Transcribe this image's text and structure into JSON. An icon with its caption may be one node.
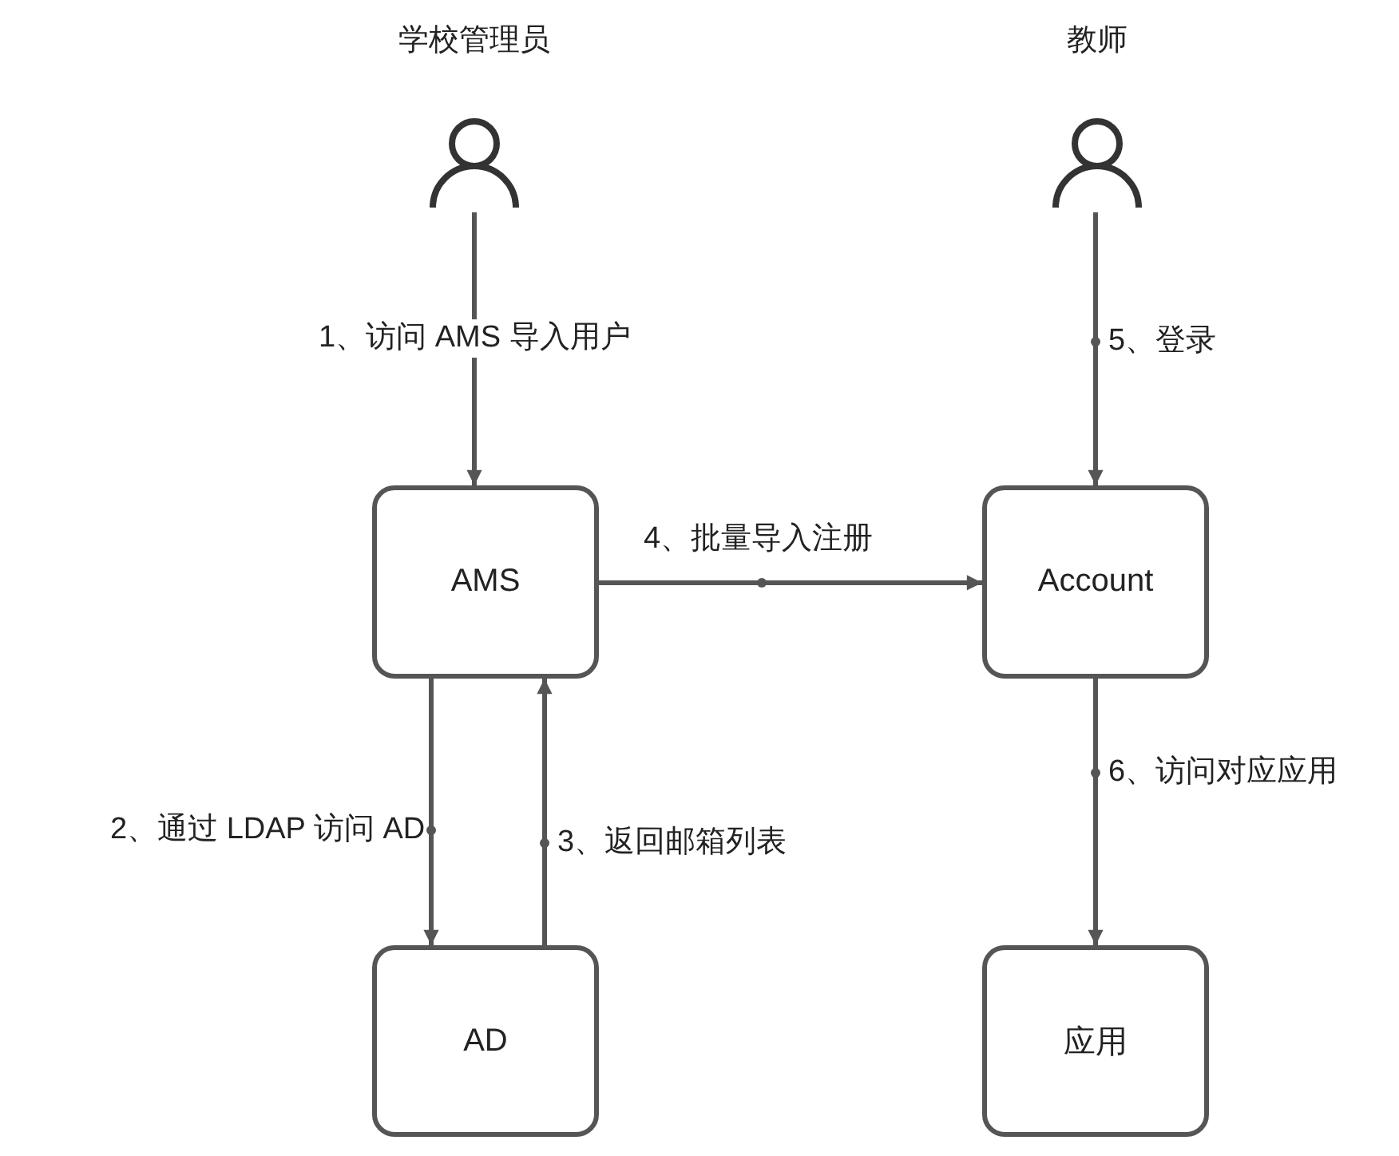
{
  "diagram": {
    "nodes": [
      {
        "text": [
          "学校管理员"
        ]
      },
      {
        "text": [
          "教师"
        ]
      },
      {
        "text": [
          "AMS"
        ]
      },
      {
        "text": [
          "Account"
        ]
      },
      {
        "text": [
          "AD"
        ]
      },
      {
        "text": [
          "应用"
        ]
      }
    ],
    "edges": [
      {
        "from": 0,
        "to": 2,
        "arrow": "to",
        "label": "1、访问 AMS 导入用户"
      },
      {
        "from": 2,
        "to": 4,
        "arrow": "to",
        "label": "2、通过 LDAP 访问 AD"
      },
      {
        "from": 4,
        "to": 2,
        "arrow": "to",
        "label": "3、返回邮箱列表"
      },
      {
        "from": 2,
        "to": 3,
        "arrow": "to",
        "label": "4、批量导入注册"
      },
      {
        "from": 1,
        "to": 3,
        "arrow": "to",
        "label": "5、登录"
      },
      {
        "from": 3,
        "to": 5,
        "arrow": "to",
        "label": "6、访问对应应用"
      }
    ]
  }
}
